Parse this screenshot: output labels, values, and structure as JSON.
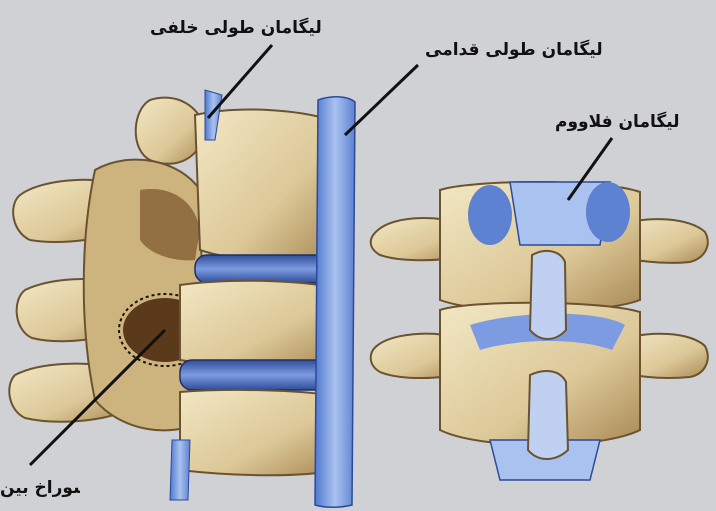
{
  "labels": {
    "posterior_ligament": "لیگامان طولی خلفی",
    "anterior_ligament": "لیگامان طولی قدامی",
    "flavum_ligament": "لیگامان فلاووم",
    "foramen": "سوراخ بین"
  },
  "colors": {
    "background": "#cfd1d4",
    "bone": "#e6d8ad",
    "bone_shadow": "#8a6a3a",
    "ligament": "#6f92d8",
    "disc": "#3c5aa8"
  }
}
